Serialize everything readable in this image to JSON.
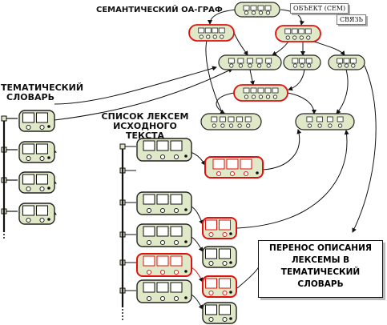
{
  "title": "СЕМАНТИЧЕСКИЙ ОА-ГРАФ",
  "legend": {
    "object_label": "ОБЪЕКТ (СЕМ)",
    "link_label": "СВЯЗЬ"
  },
  "dictionary_label": {
    "line1": "ТЕМАТИЧЕСКИЙ",
    "line2": "СЛОВАРЬ"
  },
  "lexeme_list_label": {
    "line1": "СПИСОК ЛЕКСЕМ",
    "line2": "ИСХОДНОГО ТЕКСТА"
  },
  "callout": {
    "lines": [
      "ПЕРЕНОС ОПИСАНИЯ",
      "ЛЕКСЕМЫ В",
      "ТЕМАТИЧЕСКИЙ",
      "СЛОВАРЬ"
    ]
  },
  "colors": {
    "node_fill": "#dfe8c7",
    "node_border": "#222222",
    "link_border": "#e01010",
    "transfer_highlight": "#e01010",
    "line": "#111111"
  }
}
